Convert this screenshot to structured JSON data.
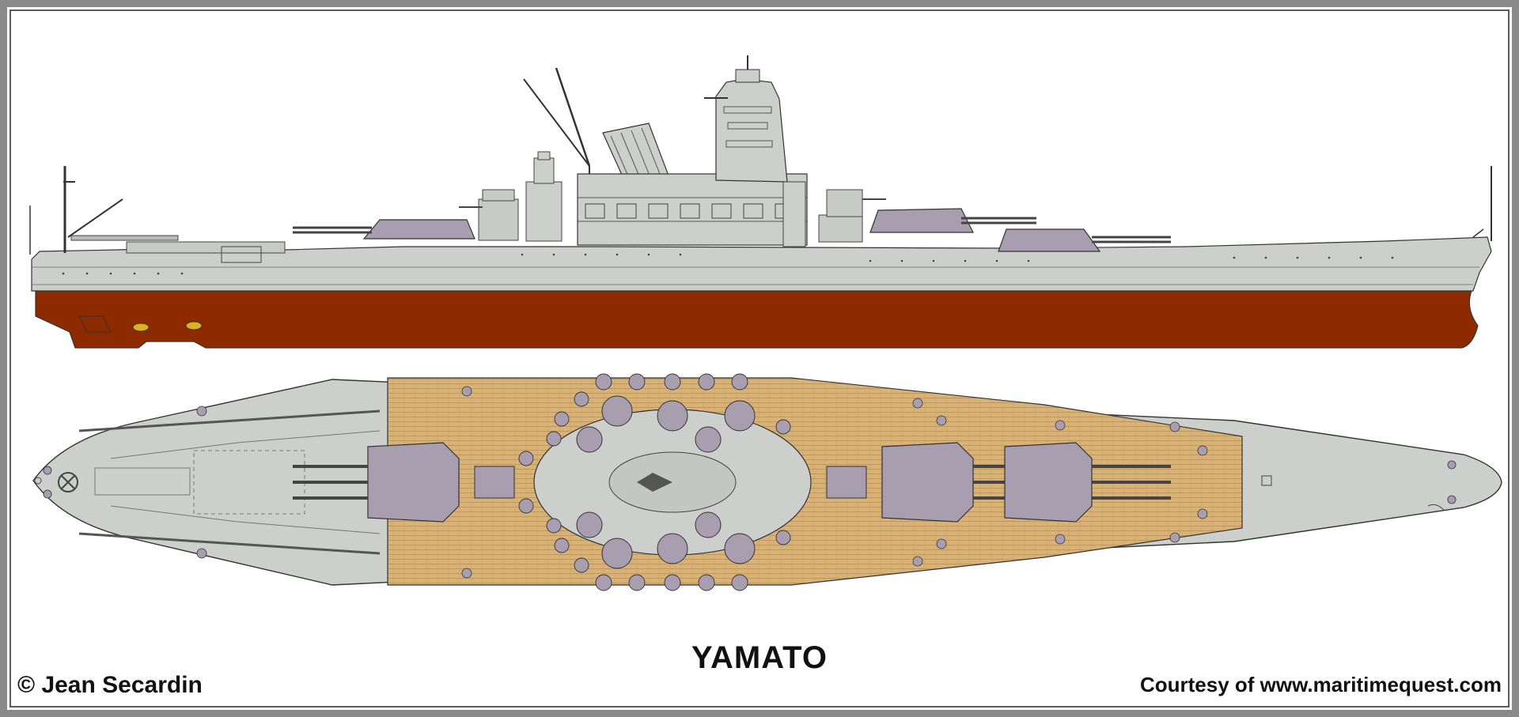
{
  "ship": {
    "name": "YAMATO"
  },
  "credits": {
    "author": "© Jean Secardin",
    "source": "Courtesy of www.maritimequest.com"
  },
  "colors": {
    "hull_gray": "#cdcfcc",
    "hull_red": "#8e2a00",
    "turret_purple": "#a99eb0",
    "deck_wood": "#d9b277",
    "line": "#444444",
    "frame": "#8a8a8a"
  }
}
